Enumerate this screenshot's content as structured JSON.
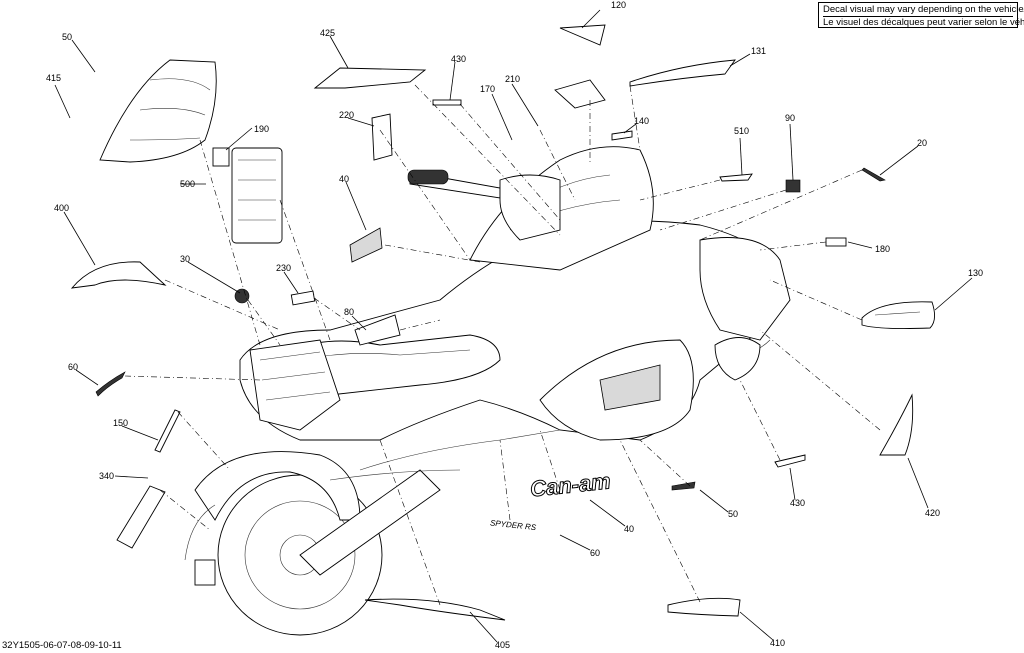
{
  "note": {
    "line_en": "Decal visual may vary depending on the vehicle/",
    "line_fr": "Le visuel des décalques peut varier selon le véhicule"
  },
  "footer_code": "32Y1505-06-07-08-09-10-11",
  "callouts": [
    "120",
    "50",
    "425",
    "430",
    "210",
    "131",
    "415",
    "170",
    "220",
    "190",
    "140",
    "510",
    "90",
    "20",
    "500",
    "40",
    "400",
    "180",
    "30",
    "230",
    "130",
    "80",
    "60",
    "150",
    "340",
    "40",
    "50",
    "430",
    "420",
    "60",
    "405",
    "410"
  ],
  "logos": {
    "brand": "Can-am",
    "model": "SPYDER RS"
  },
  "colors": {
    "line": "#000000",
    "fill": "#ffffff",
    "shade": "#d9d9d9"
  }
}
